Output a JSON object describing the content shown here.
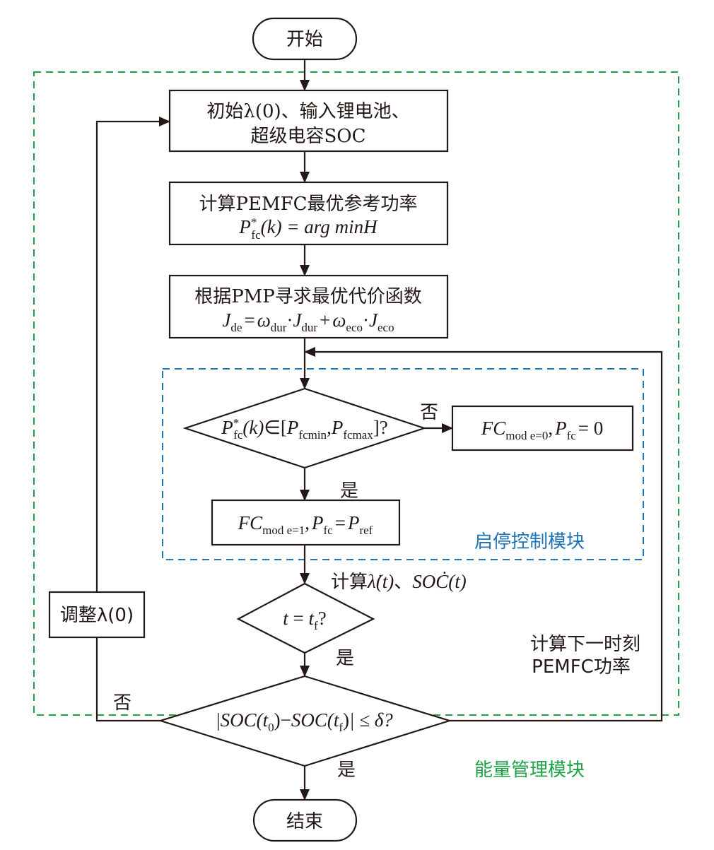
{
  "title": "PEMFC 能量管理流程图",
  "colors": {
    "ink": "#231815",
    "energy_module_border": "#1fa245",
    "startstop_module_border": "#1f74b8"
  },
  "nodes": {
    "start": {
      "label": "开始"
    },
    "init": {
      "line1": "初始λ(0)、输入锂电池、",
      "line2": "超级电容SOC"
    },
    "calc_ref": {
      "line1": "计算PEMFC最优参考功率",
      "formula": {
        "P": "P",
        "sup": "*",
        "sub": "fc",
        "rest": "(k) = arg min",
        "H": "H"
      }
    },
    "pmp_cost": {
      "line1": "根据PMP寻求最优代价函数",
      "formula": {
        "J": "J",
        "J_sub": "de",
        "omega": "ω",
        "dur": "dur",
        "eco": "eco",
        "dot": "·",
        "eq": "=",
        "plus": "+"
      }
    },
    "decision_range": {
      "P": "P",
      "sup": "*",
      "sub": "fc",
      "k": "(k)",
      "in": "∈[",
      "Pmin_sub": "fcmin",
      "comma": ",",
      "Pmax_sub": "fcmax",
      "end": "]?"
    },
    "fc_off": {
      "FC": "FC",
      "mode_sub": "mod e=0",
      "comma": ",",
      "P": "P",
      "P_sub": "fc",
      "eq": "= 0"
    },
    "fc_on": {
      "FC": "FC",
      "mode_sub": "mod e=1",
      "comma": ",",
      "P": "P",
      "P_sub": "fc",
      "eq": "=",
      "Pref": "P",
      "Pref_sub": "ref"
    },
    "calc_derivs": {
      "prefix": "计算",
      "lambda": "λ̇(t)",
      "sep": "、",
      "soc": "SOĊ(t)"
    },
    "decision_time": {
      "t": "t",
      "eq": " = ",
      "tf": "t",
      "tf_sub": "f",
      "q": "?"
    },
    "adjust": {
      "label": "调整λ(0)"
    },
    "next_step": {
      "line1": "计算下一时刻",
      "line2": "PEMFC功率"
    },
    "decision_soc": {
      "bar": "|",
      "soc": "SOC",
      "t0": "(t",
      "t0_sub": "0",
      "close": ")",
      "minus": "−",
      "tf": "(t",
      "tf_sub": "f",
      "end": "| ≤ δ?"
    },
    "end": {
      "label": "结束"
    }
  },
  "edge_labels": {
    "no_range": "否",
    "yes_range": "是",
    "yes_time": "是",
    "no_soc": "否",
    "yes_soc": "是"
  },
  "modules": {
    "startstop": "启停控制模块",
    "energy": "能量管理模块"
  }
}
